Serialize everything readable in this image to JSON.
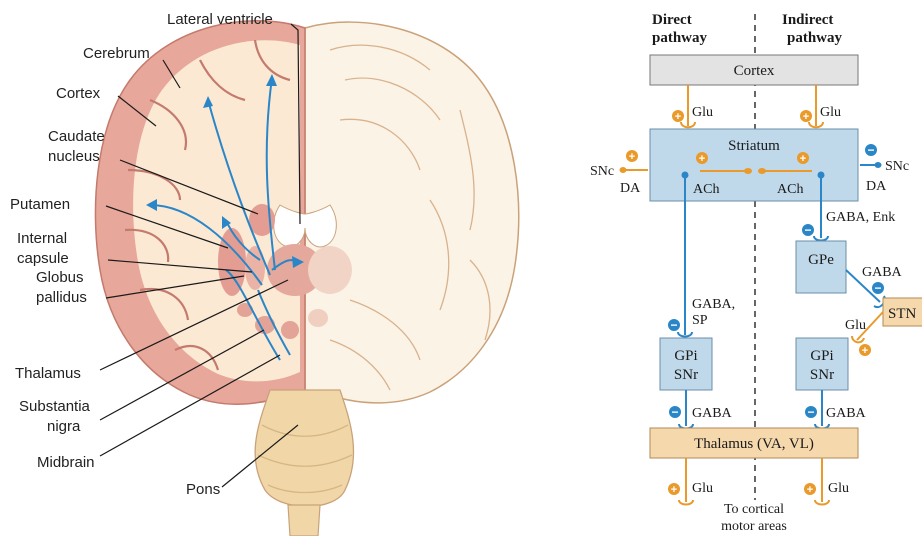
{
  "brain": {
    "labels": {
      "lateral_ventricle": "Lateral ventricle",
      "cerebrum": "Cerebrum",
      "cortex": "Cortex",
      "caudate_1": "Caudate",
      "caudate_2": "nucleus",
      "putamen": "Putamen",
      "internal_1": "Internal",
      "internal_2": "capsule",
      "globus_1": "Globus",
      "globus_2": "pallidus",
      "thalamus": "Thalamus",
      "substantia_1": "Substantia",
      "substantia_2": "nigra",
      "midbrain": "Midbrain",
      "pons": "Pons"
    }
  },
  "circuit": {
    "direct_1": "Direct",
    "direct_2": "pathway",
    "indirect_1": "Indirect",
    "indirect_2": "pathway",
    "cortex": "Cortex",
    "striatum": "Striatum",
    "ach_left": "ACh",
    "ach_right": "ACh",
    "glu_left": "Glu",
    "glu_right": "Glu",
    "snc_left": "SNc",
    "da_left": "DA",
    "snc_right": "SNc",
    "da_right": "DA",
    "gaba_enk": "GABA, Enk",
    "gpe": "GPe",
    "gaba_gpe": "GABA",
    "stn": "STN",
    "glu_stn": "Glu",
    "gaba_sp_1": "GABA,",
    "gaba_sp_2": "SP",
    "gpi_l_1": "GPi",
    "gpi_l_2": "SNr",
    "gpi_r_1": "GPi",
    "gpi_r_2": "SNr",
    "gaba_left": "GABA",
    "gaba_right": "GABA",
    "thalamus": "Thalamus (VA, VL)",
    "glu_out_left": "Glu",
    "glu_out_right": "Glu",
    "target_1": "To cortical",
    "target_2": "motor areas"
  }
}
